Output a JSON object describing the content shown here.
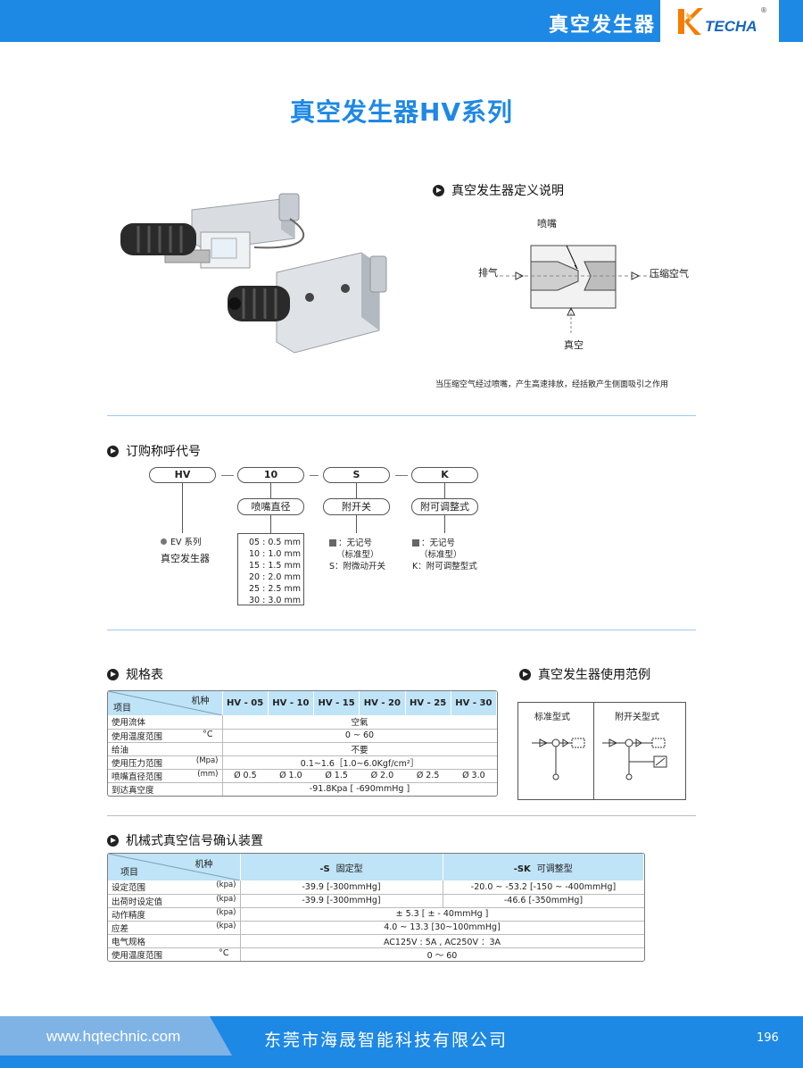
{
  "header": {
    "category": "真空发生器",
    "brand": "TECHA",
    "reg": "®"
  },
  "title": "真空发生器HV系列",
  "definition": {
    "heading": "真空发生器定义说明",
    "nozzle": "喷嘴",
    "exhaust": "排气",
    "compressed_air": "压缩空气",
    "vacuum": "真空",
    "caption": "当压缩空气经过喷嘴，产生高速排放，经括散产生侧面吸引之作用"
  },
  "order": {
    "heading": "订购称呼代号",
    "codes": [
      "HV",
      "10",
      "S",
      "K"
    ],
    "labels": [
      "喷嘴直径",
      "附开关",
      "附可调整式"
    ],
    "series_note": "EV 系列",
    "series_name": "真空发生器",
    "sizes": [
      "05 : 0.5 mm",
      "10 : 1.0 mm",
      "15 : 1.5 mm",
      "20 : 2.0 mm",
      "25 : 2.5 mm",
      "30 : 3.0 mm"
    ],
    "switch_opts": [
      "：无记号",
      "（标准型）",
      "S：附微动开关"
    ],
    "adjust_opts": [
      "：无记号",
      "（标准型）",
      "K：附可调整型式"
    ]
  },
  "spec": {
    "heading": "规格表",
    "corner_top": "机种",
    "corner_bottom": "项目",
    "models": [
      "HV - 05",
      "HV - 10",
      "HV - 15",
      "HV - 20",
      "HV - 25",
      "HV - 30"
    ],
    "rows": [
      {
        "item": "使用流体",
        "unit": "",
        "value": "空氣"
      },
      {
        "item": "使用温度范围",
        "unit": "°C",
        "value": "0 ~ 60"
      },
      {
        "item": "给油",
        "unit": "",
        "value": "不要"
      },
      {
        "item": "使用压力范围",
        "unit": "(Mpa)",
        "value": "0.1~1.6［1.0~6.0Kgf/cm²］"
      },
      {
        "item": "到达真空度",
        "unit": "",
        "value": "-91.8Kpa [ -690mmHg ]"
      }
    ],
    "nozzle_row": {
      "item": "喷嘴直径范围",
      "unit": "(mm)",
      "values": [
        "Ø 0.5",
        "Ø 1.0",
        "Ø 1.5",
        "Ø 2.0",
        "Ø 2.5",
        "Ø 3.0"
      ]
    }
  },
  "usage": {
    "heading": "真空发生器使用范例",
    "std": "标准型式",
    "switch": "附开关型式"
  },
  "mech": {
    "heading": "机械式真空信号确认装置",
    "corner_top": "机种",
    "corner_bottom": "项目",
    "col_s": "-S",
    "col_s_desc": "固定型",
    "col_sk": "-SK",
    "col_sk_desc": "可调整型",
    "rows": [
      {
        "item": "设定范围",
        "unit": "(kpa)",
        "s": "-39.9 [-300mmHg]",
        "sk": "-20.0 ~ -53.2 [-150 ~ -400mmHg]"
      },
      {
        "item": "出荷时设定值",
        "unit": "(kpa)",
        "s": "-39.9 [-300mmHg]",
        "sk": "-46.6 [-350mmHg]"
      }
    ],
    "merged": [
      {
        "item": "动作精度",
        "unit": "(kpa)",
        "value": "± 5.3 [ ± - 40mmHg ]"
      },
      {
        "item": "应差",
        "unit": "(kpa)",
        "value": "4.0 ~ 13.3 [30~100mmHg]"
      },
      {
        "item": "电气规格",
        "unit": "",
        "value": "AC125V : 5A , AC250V ：3A"
      },
      {
        "item": "使用温度范围",
        "unit": "°C",
        "value": "0 ～ 60"
      }
    ]
  },
  "footer": {
    "url": "www.hqtechnic.com",
    "company": "东莞市海晟智能科技有限公司",
    "page": "196"
  }
}
